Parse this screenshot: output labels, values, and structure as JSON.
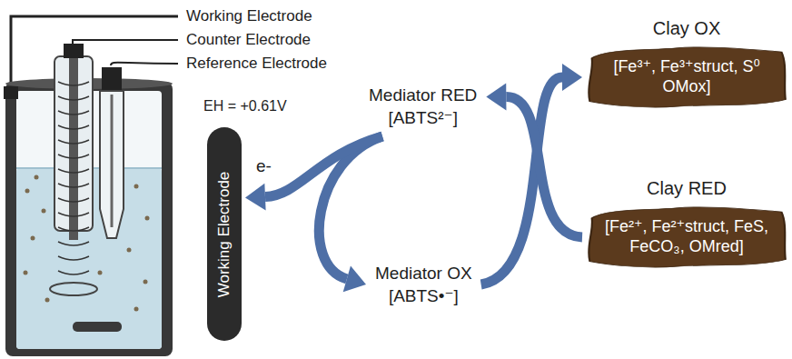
{
  "diagram": {
    "nodes": [
      {
        "text": [
          "Working Electrode"
        ]
      },
      {
        "text": [
          "Mediator RED",
          "[ABTS²⁻]"
        ]
      },
      {
        "text": [
          "Mediator OX",
          "[ABTS•⁻]"
        ]
      },
      {
        "text": [
          "Clay OX",
          "[Fe³⁺, Fe³⁺struct, S⁰ OMox]"
        ]
      },
      {
        "text": [
          "Clay RED",
          "[Fe²⁺, Fe²⁺struct, FeS, FeCO₃, OMred]"
        ]
      }
    ],
    "edges": [
      {
        "from": 1,
        "to": 2,
        "arrow": "to"
      },
      {
        "from": 1,
        "to": 0,
        "arrow": "to",
        "label": "e-"
      },
      {
        "from": 2,
        "to": 3,
        "arrow": "to"
      },
      {
        "from": 4,
        "to": 1,
        "arrow": "to"
      }
    ],
    "labels": [
      "Working Electrode",
      "Counter Electrode",
      "Reference Electrode",
      "EH = +0.61V"
    ]
  }
}
